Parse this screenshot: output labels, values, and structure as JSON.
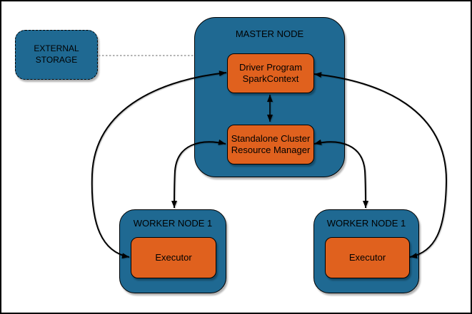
{
  "diagram": {
    "type": "architecture-diagram",
    "colors": {
      "node_fill": "#1F6992",
      "component_fill": "#E0611E",
      "edge": "#000000",
      "dashed_link": "#999999",
      "background": "#FFFFFF",
      "text": "#000000"
    },
    "nodes": {
      "external_storage": {
        "line1": "EXTERNAL",
        "line2": "STORAGE"
      },
      "master_node": {
        "title": "MASTER NODE",
        "driver_program": {
          "line1": "Driver Program",
          "line2": "SparkContext"
        },
        "resource_manager": {
          "line1": "Standalone Cluster",
          "line2": "Resource Manager"
        }
      },
      "worker_node_left": {
        "title": "WORKER NODE 1",
        "executor_label": "Executor"
      },
      "worker_node_right": {
        "title": "WORKER NODE 1",
        "executor_label": "Executor"
      }
    },
    "edges": [
      {
        "from": "external_storage",
        "to": "master_node",
        "style": "dashed",
        "arrows": "none"
      },
      {
        "from": "driver_program",
        "to": "resource_manager",
        "style": "solid",
        "arrows": "both"
      },
      {
        "from": "driver_program",
        "to": "executor_left",
        "style": "solid",
        "arrows": "both"
      },
      {
        "from": "driver_program",
        "to": "executor_right",
        "style": "solid",
        "arrows": "both"
      },
      {
        "from": "resource_manager",
        "to": "worker_node_left",
        "style": "solid",
        "arrows": "both"
      },
      {
        "from": "resource_manager",
        "to": "worker_node_right",
        "style": "solid",
        "arrows": "both"
      }
    ]
  }
}
